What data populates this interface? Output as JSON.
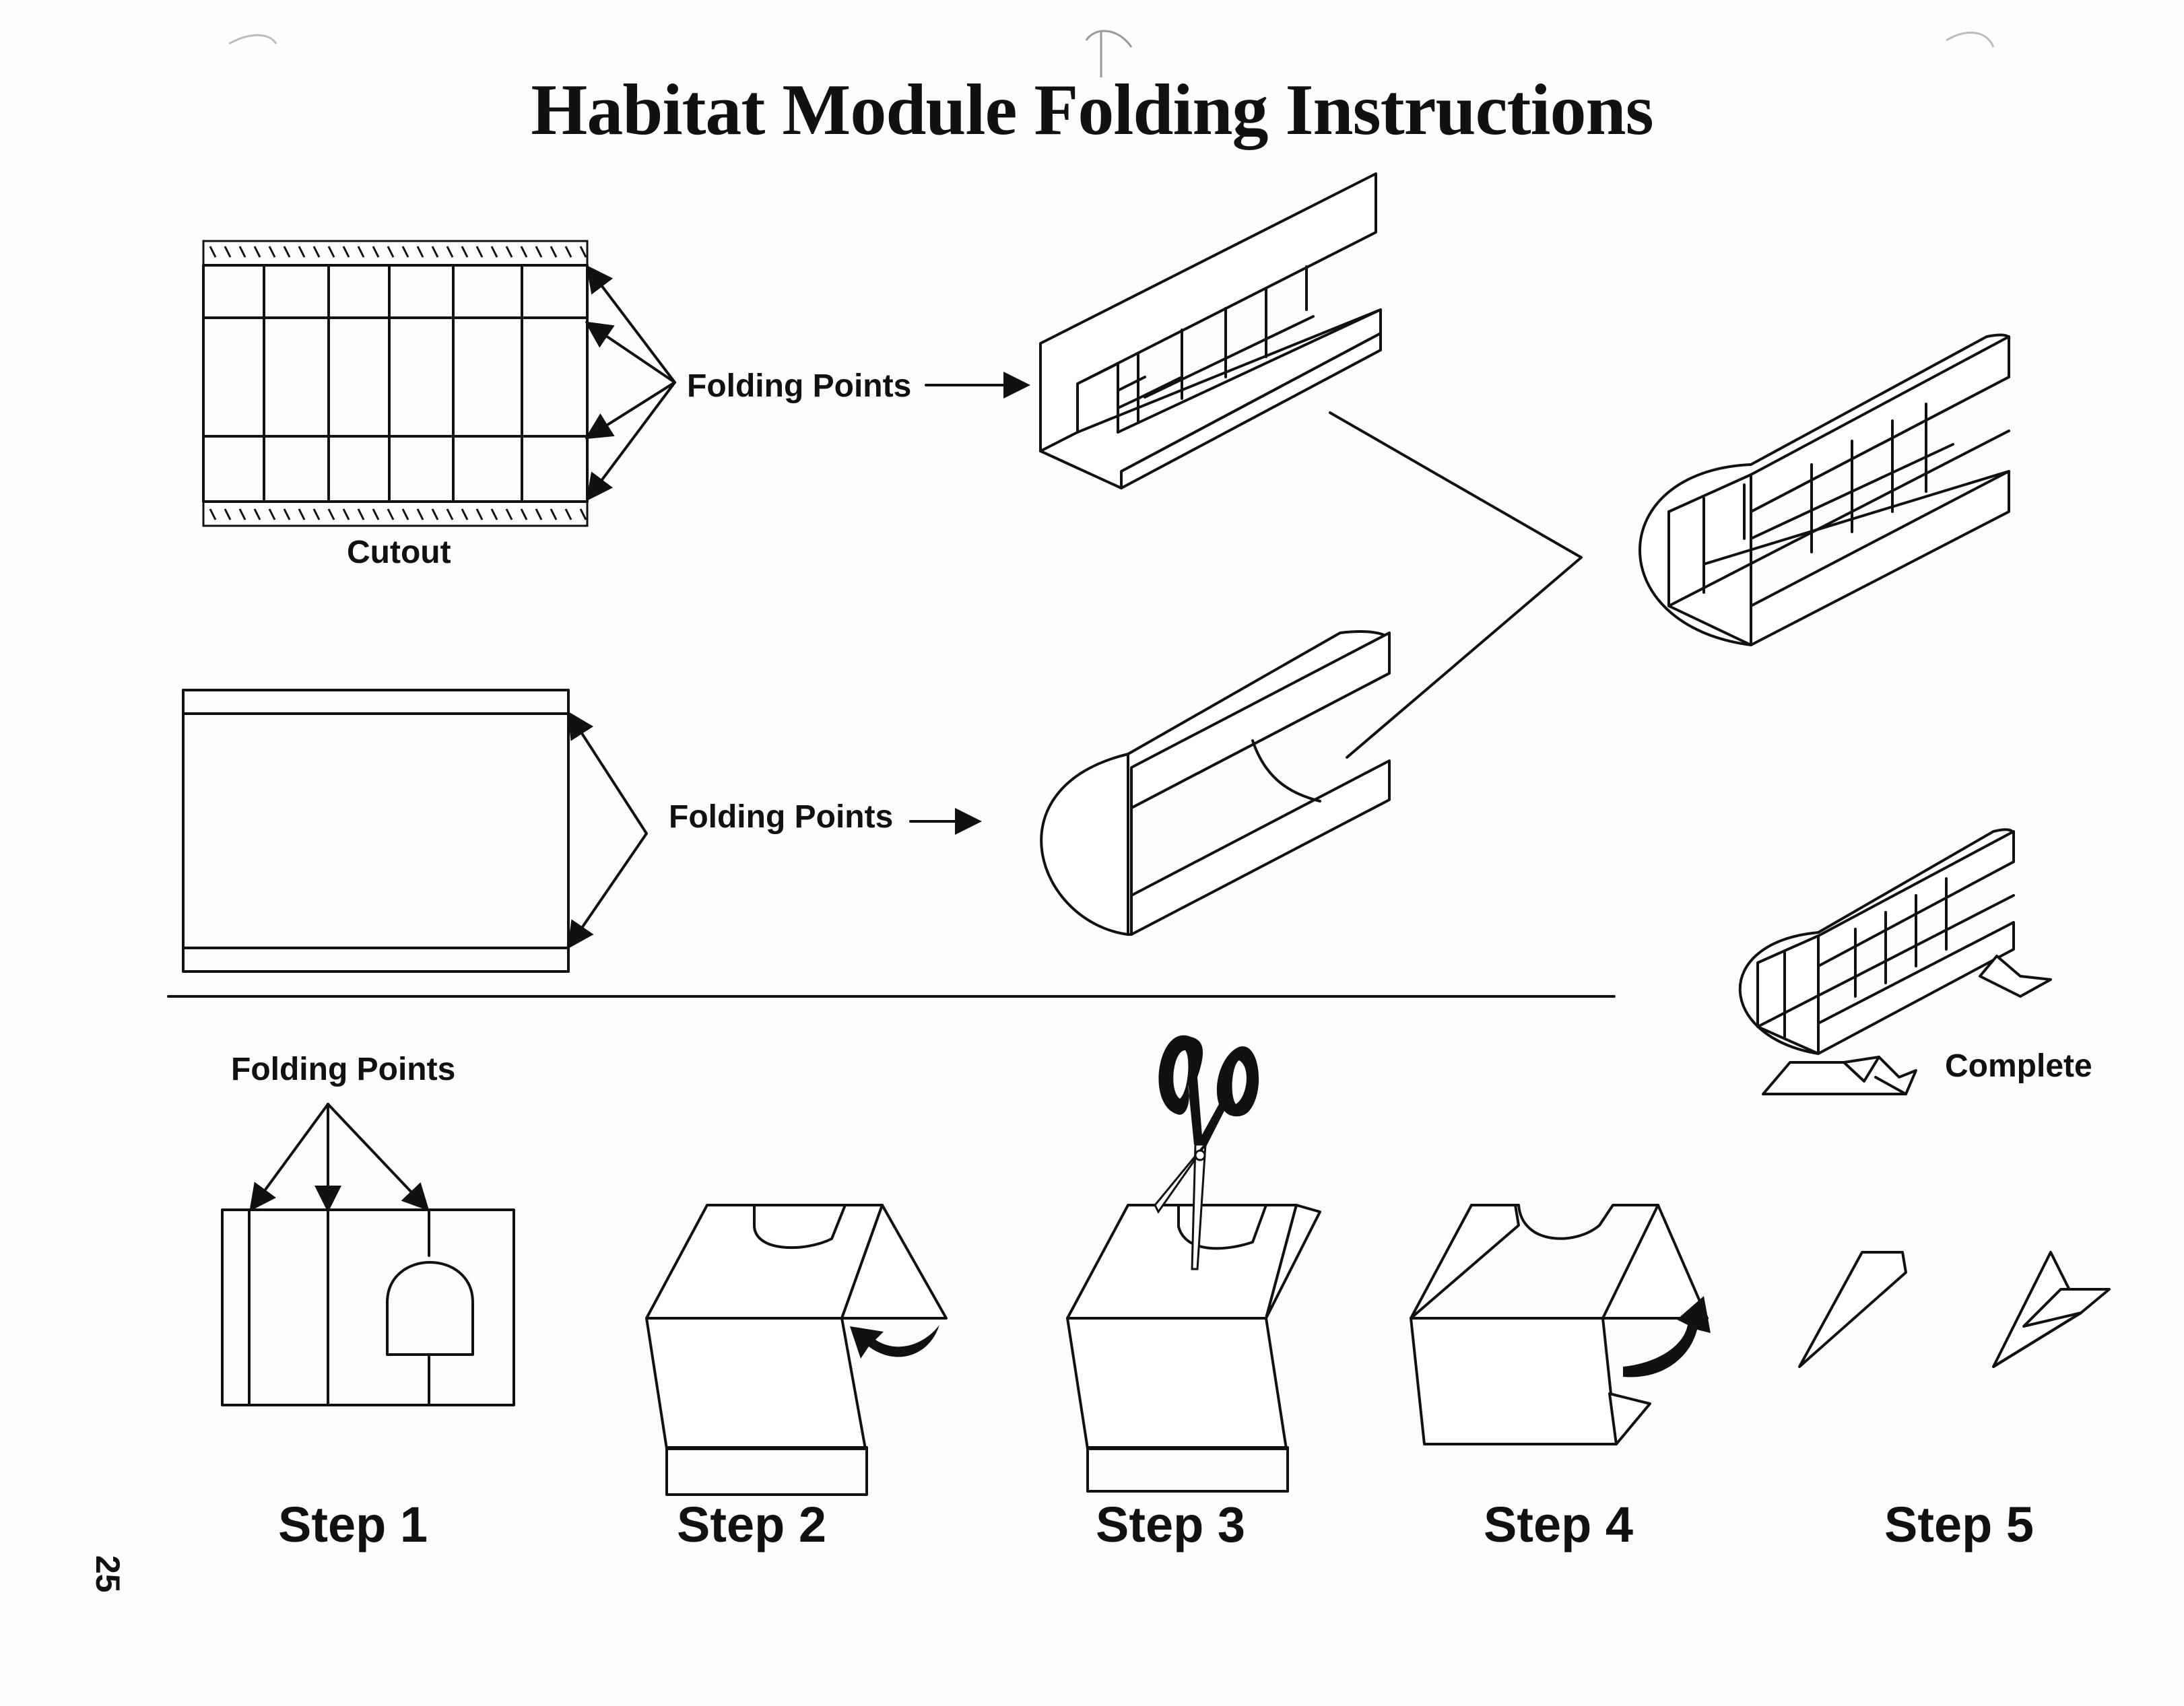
{
  "title": "Habitat Module Folding Instructions",
  "labels": {
    "folding_points_1": "Folding Points",
    "folding_points_2": "Folding Points",
    "folding_points_3": "Folding Points",
    "cutout": "Cutout",
    "complete": "Complete"
  },
  "steps": [
    "Step 1",
    "Step 2",
    "Step 3",
    "Step 4",
    "Step 5"
  ],
  "page_number": "25"
}
